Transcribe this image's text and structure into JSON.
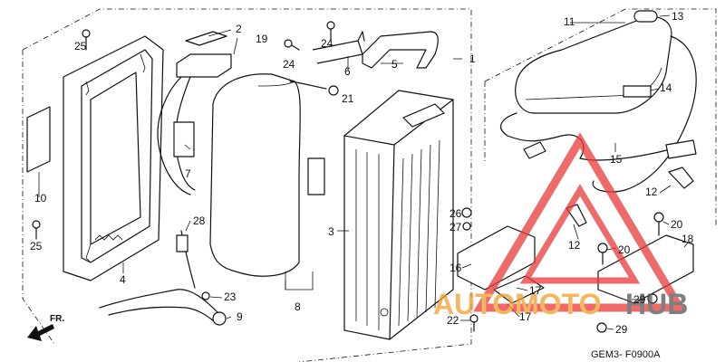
{
  "diagram_code": "GEM3- F0900A",
  "direction_label": "FR.",
  "watermark": {
    "text_a": "AUTOMOTO",
    "text_b": "HUB",
    "color_triangle": "#e83a3a",
    "color_text": "#f0a030",
    "color_text_b": "#555555"
  },
  "callouts": {
    "c1": "1",
    "c2": "2",
    "c3": "3",
    "c4": "4",
    "c5": "5",
    "c6": "6",
    "c7": "7",
    "c8": "8",
    "c9": "9",
    "c10": "10",
    "c11": "11",
    "c12a": "12",
    "c12b": "12",
    "c13": "13",
    "c14": "14",
    "c15": "15",
    "c16": "16",
    "c17a": "17",
    "c17b": "17",
    "c18": "18",
    "c19": "19",
    "c20a": "20",
    "c20b": "20",
    "c21": "21",
    "c22": "22",
    "c23": "23",
    "c24a": "24",
    "c24b": "24",
    "c25a": "25",
    "c25b": "25",
    "c26": "26",
    "c27": "27",
    "c28": "28",
    "c29a": "29",
    "c29b": "29"
  }
}
